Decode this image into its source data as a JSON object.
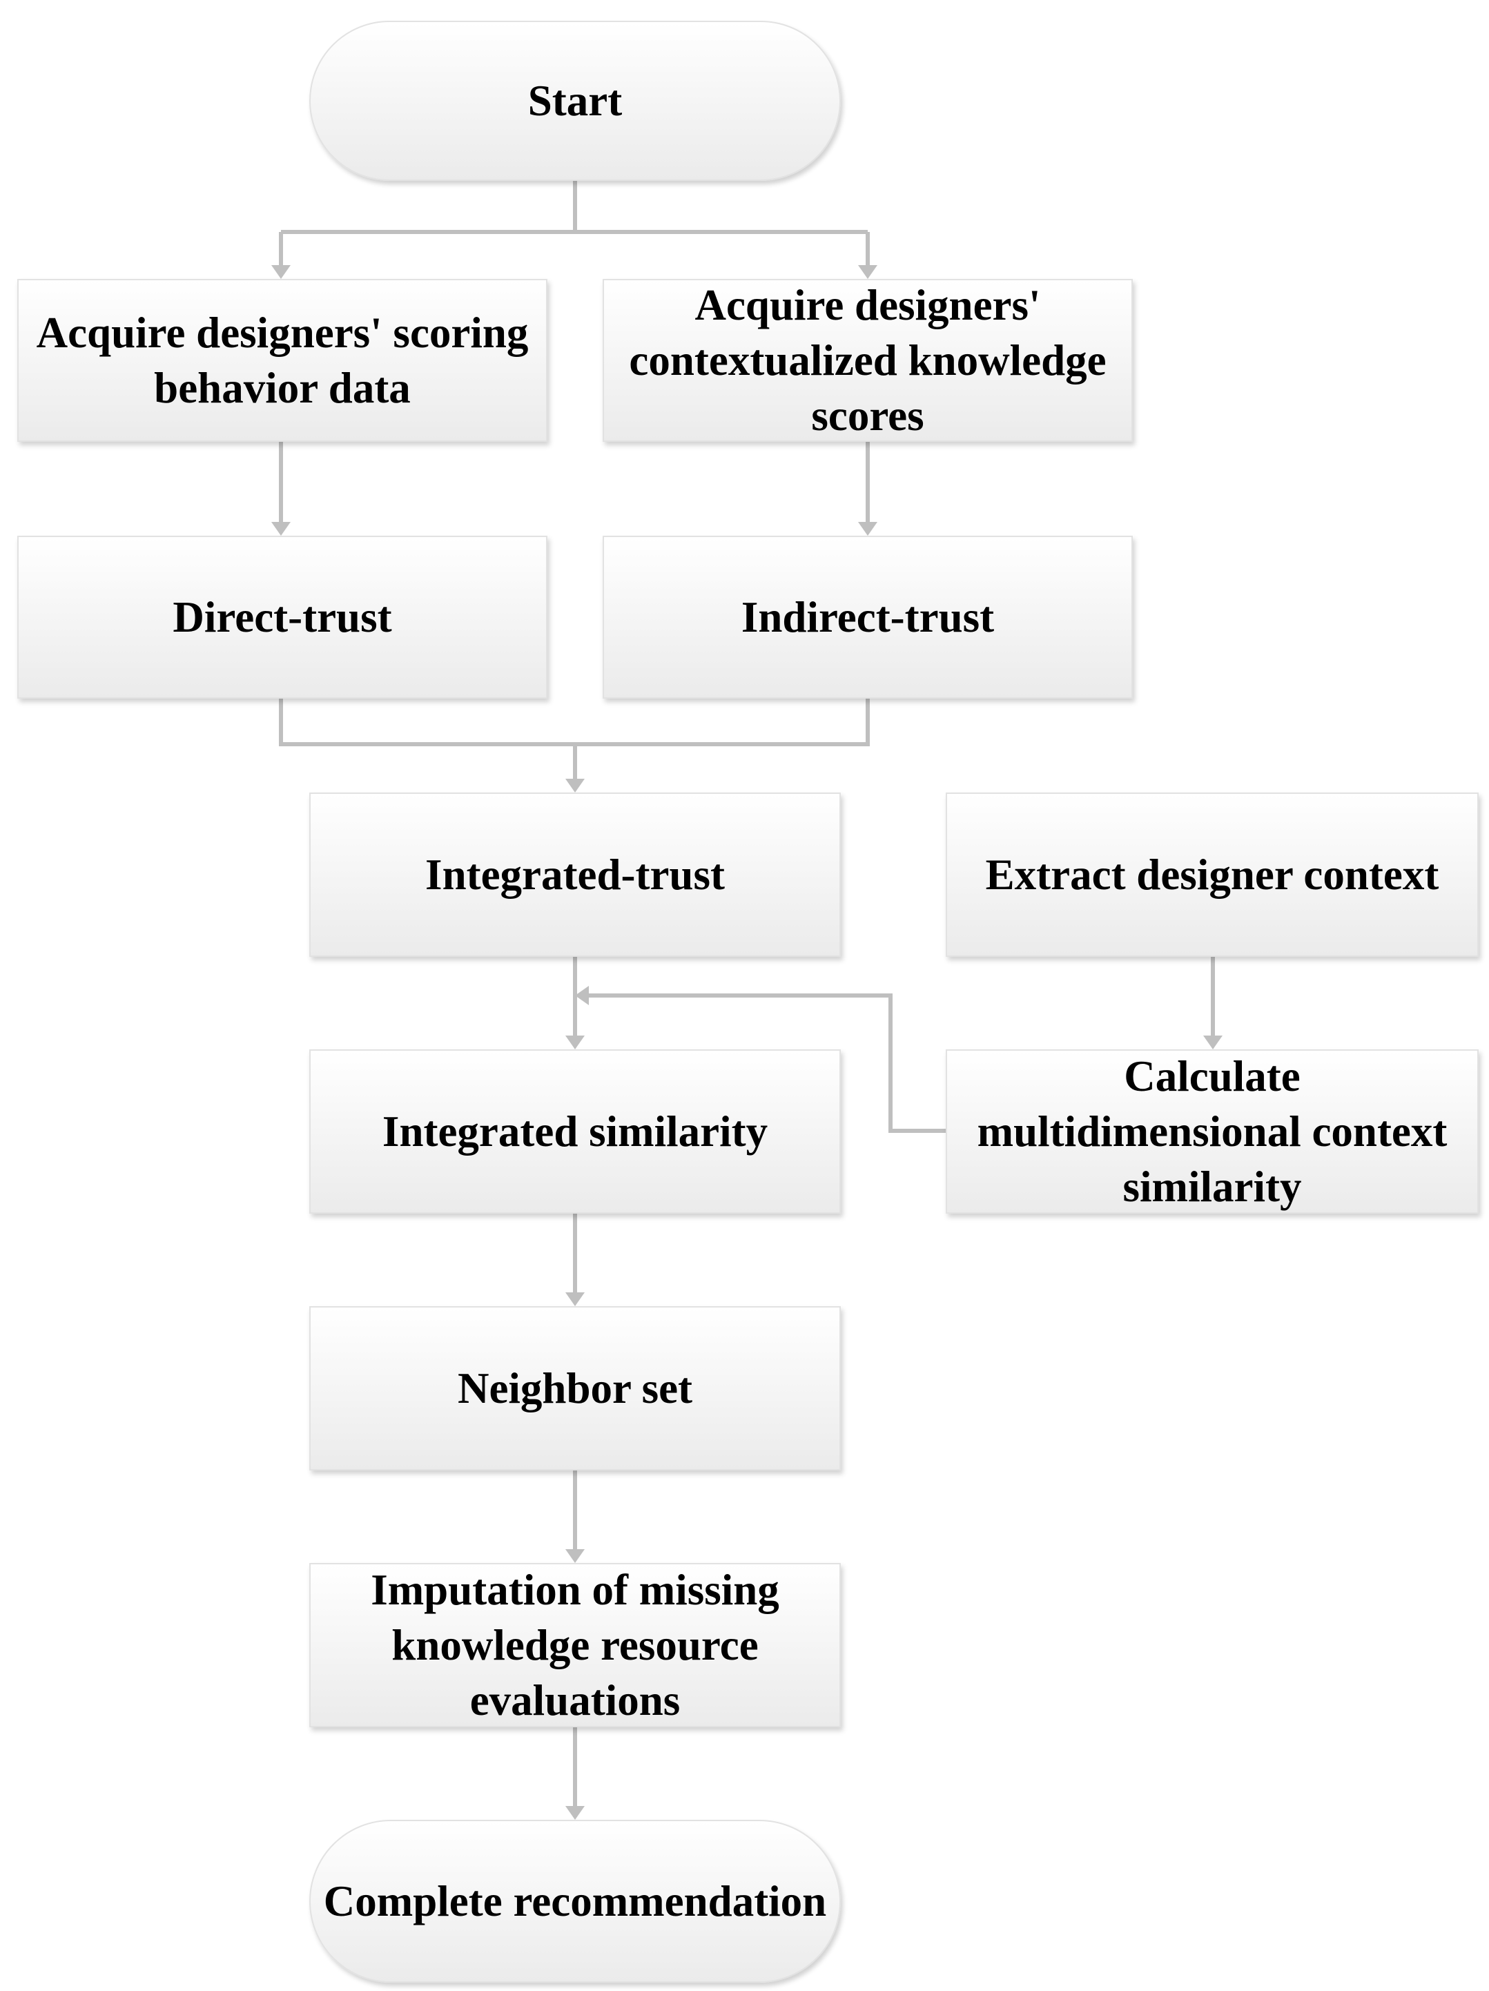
{
  "diagram": {
    "nodes": {
      "start": "Start",
      "acquire_scoring": "Acquire designers' scoring behavior data",
      "acquire_contextualized": "Acquire designers' contextualized knowledge scores",
      "direct_trust": "Direct-trust",
      "indirect_trust": "Indirect-trust",
      "integrated_trust": "Integrated-trust",
      "extract_context": "Extract designer context",
      "integrated_similarity": "Integrated similarity",
      "context_similarity": "Calculate multidimensional context similarity",
      "neighbor_set": "Neighbor set",
      "imputation": "Imputation of missing knowledge resource evaluations",
      "complete": "Complete recommendation"
    },
    "edges": [
      {
        "from": "start",
        "to": "acquire_scoring"
      },
      {
        "from": "start",
        "to": "acquire_contextualized"
      },
      {
        "from": "acquire_scoring",
        "to": "direct_trust"
      },
      {
        "from": "acquire_contextualized",
        "to": "indirect_trust"
      },
      {
        "from": "direct_trust",
        "to": "integrated_trust"
      },
      {
        "from": "indirect_trust",
        "to": "integrated_trust"
      },
      {
        "from": "extract_context",
        "to": "context_similarity"
      },
      {
        "from": "integrated_trust",
        "to": "integrated_similarity"
      },
      {
        "from": "context_similarity",
        "to": "integrated_similarity"
      },
      {
        "from": "integrated_similarity",
        "to": "neighbor_set"
      },
      {
        "from": "neighbor_set",
        "to": "imputation"
      },
      {
        "from": "imputation",
        "to": "complete"
      }
    ],
    "colors": {
      "connector": "#bfbfbf",
      "node_border": "#e2e2e2",
      "text": "#000000"
    }
  }
}
